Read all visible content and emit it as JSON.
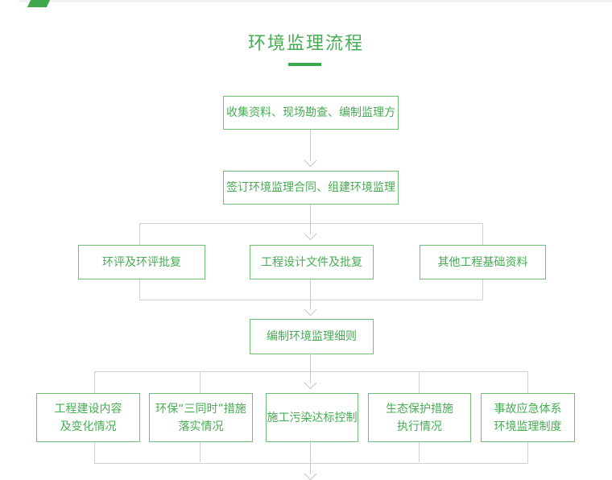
{
  "page": {
    "title": "环境监理流程"
  },
  "flow": {
    "step1": "收集资料、现场勘查、编制监理方",
    "step2": "签订环境监理合同、组建环境监理",
    "row3": {
      "left": "环评及环评批复",
      "center": "工程设计文件及批复",
      "right": "其他工程基础资料"
    },
    "step4": "编制环境监理细则",
    "row5": [
      {
        "line1": "工程建设内容",
        "line2": "及变化情况"
      },
      {
        "line1": "环保“三同时”措施",
        "line2": "落实情况"
      },
      {
        "line1": "施工污染达标控制",
        "line2": ""
      },
      {
        "line1": "生态保护措施",
        "line2": "执行情况"
      },
      {
        "line1": "事故应急体系",
        "line2": "环境监理制度"
      }
    ]
  },
  "colors": {
    "accent_green": "#45ad52",
    "underline_green": "#3da84c",
    "box_border_green": "#6fc076",
    "connector_gray": "#d2d2d2",
    "arrow_gray": "#c0c0c0",
    "corner_mark_green": "#3fa84d"
  }
}
